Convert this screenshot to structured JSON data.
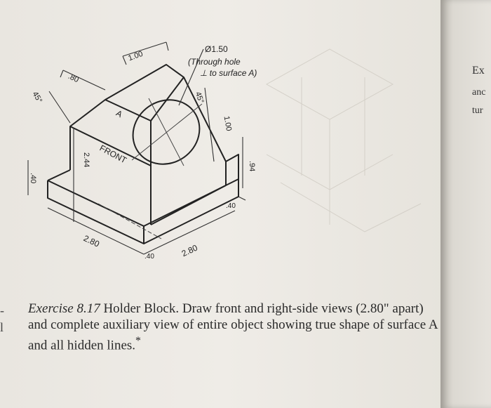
{
  "figure": {
    "hole_dim": "Ø1.50",
    "hole_note_1": "(Through hole",
    "hole_note_2": "⊥ to surface A)",
    "dim_100_top": "1.00",
    "dim_80": ".80",
    "dim_45_left": "45°",
    "dim_45_right": "45°",
    "dim_100_right": "1.00",
    "dim_94": ".94",
    "dim_244": "2.44",
    "dim_40_left": ".40",
    "dim_40_right": ".40",
    "dim_40_bottom": ".40",
    "dim_280_left": "2.80",
    "dim_280_right": "2.80",
    "surface_label": "A",
    "front_label": "FRONT"
  },
  "caption": {
    "exercise_number": "Exercise 8.17",
    "text": " Holder Block. Draw front and right-side views (2.80\" apart) and complete auxiliary view of entire object showing true shape of surface A and all hidden lines.",
    "asterisk": "*"
  },
  "next_page": {
    "line1": "Ex",
    "line2": "anc",
    "line3": "tur"
  },
  "margin": {
    "mark1": "-",
    "mark2": "l"
  }
}
